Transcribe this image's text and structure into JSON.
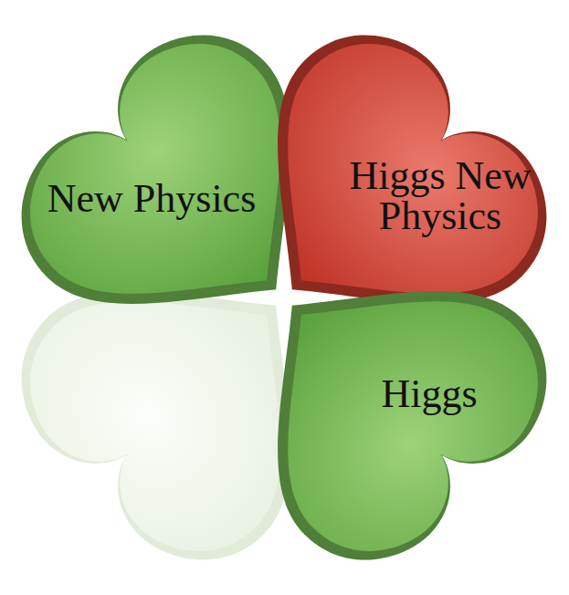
{
  "diagram": {
    "nodes": [
      {
        "text": [
          "New Physics"
        ]
      },
      {
        "text": [
          "Higgs New Physics"
        ]
      },
      {
        "text": [
          "Higgs"
        ]
      }
    ]
  }
}
